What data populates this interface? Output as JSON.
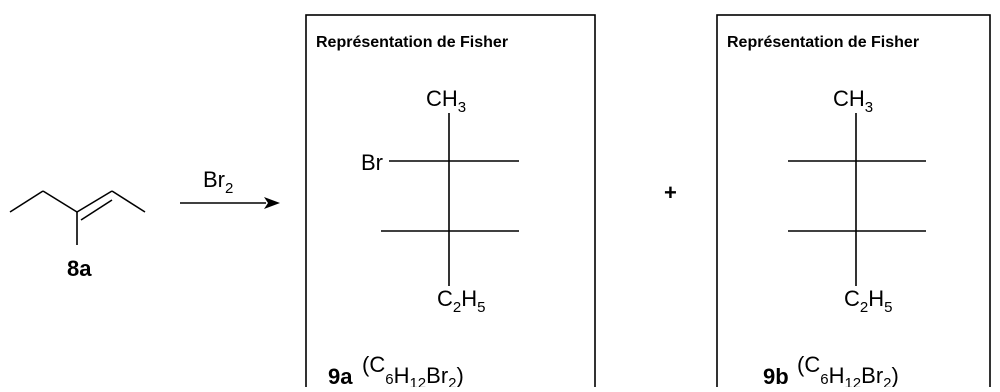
{
  "reactant": {
    "label": "8a"
  },
  "reagent": {
    "base": "Br",
    "sub": "2"
  },
  "plus": "+",
  "panel_a": {
    "title": "Représentation de Fisher",
    "top_group": {
      "base": "CH",
      "sub": "3"
    },
    "left_sub": "Br",
    "bottom_group": {
      "c": "C",
      "n2": "2",
      "h": "H",
      "n5": "5"
    },
    "label": "9a",
    "formula": {
      "open": "(C",
      "n6": "6",
      "h": "H",
      "n12": "12",
      "br": "Br",
      "n2": "2",
      "close": ")"
    }
  },
  "panel_b": {
    "title": "Représentation de Fisher",
    "top_group": {
      "base": "CH",
      "sub": "3"
    },
    "bottom_group": {
      "c": "C",
      "n2": "2",
      "h": "H",
      "n5": "5"
    },
    "label": "9b",
    "formula": {
      "open": "(C",
      "n6": "6",
      "h": "H",
      "n12": "12",
      "br": "Br",
      "n2": "2",
      "close": ")"
    }
  }
}
